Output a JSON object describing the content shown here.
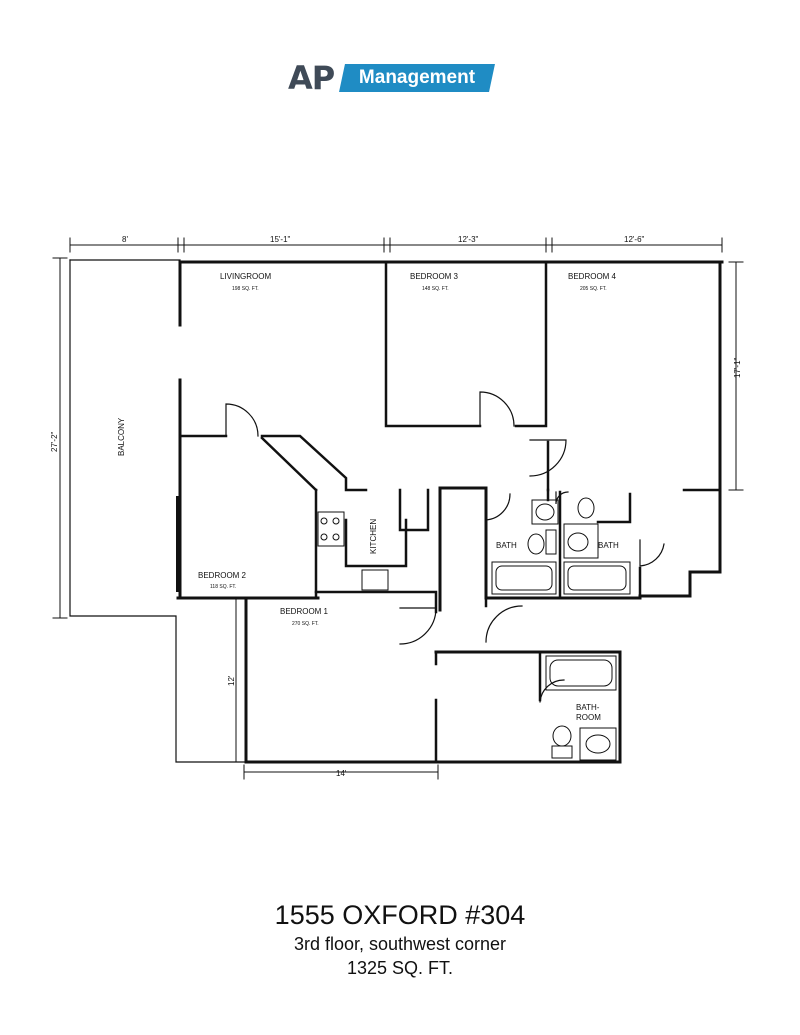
{
  "logo": {
    "brand": "AP",
    "tag": "Management",
    "accent": "#1f8cc4",
    "dark": "#3f4a57"
  },
  "plan": {
    "rooms": {
      "livingroom": {
        "name": "LIVINGROOM",
        "area": "198 SQ. FT."
      },
      "bedroom3": {
        "name": "BEDROOM 3",
        "area": "148 SQ. FT."
      },
      "bedroom4": {
        "name": "BEDROOM 4",
        "area": "205 SQ. FT."
      },
      "balcony": {
        "name": "BALCONY"
      },
      "kitchen": {
        "name": "KITCHEN"
      },
      "bath_left": {
        "name": "BATH"
      },
      "bath_right": {
        "name": "BATH"
      },
      "bedroom2": {
        "name": "BEDROOM 2",
        "area": "118 SQ. FT."
      },
      "bedroom1": {
        "name": "BEDROOM 1",
        "area": "270 SQ. FT."
      },
      "bathroom": {
        "line1": "BATH-",
        "line2": "ROOM"
      }
    },
    "dimensions": {
      "top_balcony": "8'",
      "top_living": "15'-1\"",
      "top_bed3": "12'-3\"",
      "top_bed4": "12'-6\"",
      "left_total": "27'-2\"",
      "right_bed4": "17'-1\"",
      "bed1_height": "12'",
      "bed1_width": "14'"
    }
  },
  "footer": {
    "address": "1555 OXFORD #304",
    "location": "3rd floor, southwest corner",
    "area": "1325 SQ. FT."
  }
}
